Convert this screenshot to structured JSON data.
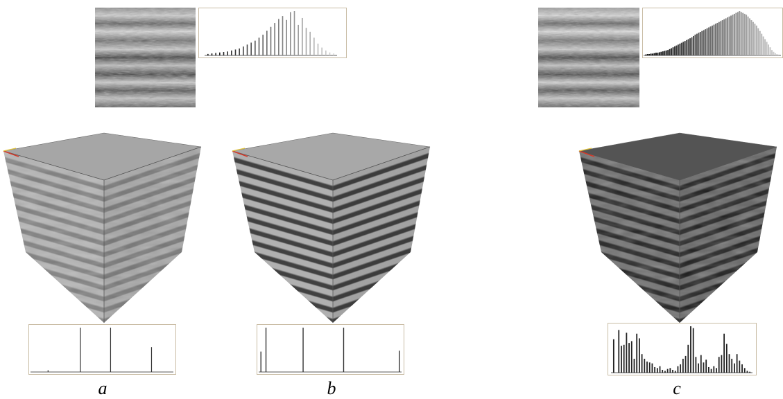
{
  "labels": {
    "a": "a",
    "b": "b",
    "c": "c"
  },
  "histograms": {
    "a_top": [
      3,
      4,
      5,
      6,
      7,
      8,
      10,
      12,
      14,
      18,
      22,
      26,
      30,
      36,
      42,
      50,
      58,
      66,
      74,
      80,
      72,
      88,
      90,
      62,
      76,
      56,
      48,
      36,
      24,
      16,
      10,
      6,
      4
    ],
    "c_top": [
      2,
      3,
      3,
      4,
      4,
      5,
      6,
      6,
      7,
      8,
      9,
      10,
      11,
      12,
      14,
      16,
      18,
      20,
      22,
      24,
      26,
      28,
      30,
      32,
      34,
      36,
      38,
      40,
      43,
      46,
      48,
      50,
      52,
      54,
      56,
      58,
      60,
      62,
      64,
      66,
      68,
      70,
      72,
      74,
      76,
      78,
      80,
      82,
      84,
      86,
      88,
      90,
      92,
      94,
      96,
      98,
      96,
      94,
      92,
      90,
      86,
      82,
      78,
      74,
      70,
      66,
      60,
      54,
      48,
      42,
      36,
      30,
      24,
      18,
      12,
      8,
      5,
      3,
      2
    ],
    "a_bottom": [
      0,
      0,
      0,
      0,
      0,
      0,
      0,
      4,
      0,
      0,
      0,
      0,
      0,
      0,
      0,
      0,
      0,
      0,
      0,
      0,
      0,
      0,
      100,
      0,
      0,
      0,
      0,
      0,
      0,
      0,
      0,
      0,
      0,
      0,
      0,
      0,
      100,
      0,
      0,
      0,
      0,
      0,
      0,
      0,
      0,
      0,
      0,
      0,
      0,
      0,
      0,
      0,
      0,
      0,
      0,
      56,
      0,
      0,
      0,
      0,
      0,
      0,
      0,
      0,
      0
    ],
    "b_bottom": [
      46,
      0,
      0,
      100,
      0,
      0,
      0,
      0,
      0,
      0,
      0,
      0,
      0,
      0,
      0,
      0,
      0,
      0,
      0,
      0,
      0,
      0,
      0,
      0,
      0,
      100,
      0,
      0,
      0,
      0,
      0,
      0,
      0,
      0,
      0,
      0,
      0,
      0,
      0,
      0,
      0,
      0,
      0,
      0,
      0,
      0,
      0,
      0,
      0,
      100,
      0,
      0,
      0,
      0,
      0,
      0,
      0,
      0,
      0,
      0,
      0,
      0,
      0,
      0,
      0,
      0,
      0,
      0,
      0,
      0,
      0,
      0,
      0,
      0,
      0,
      0,
      0,
      0,
      0,
      0,
      0,
      0,
      48
    ],
    "c_bottom": [
      72,
      0,
      92,
      58,
      60,
      86,
      64,
      68,
      30,
      84,
      74,
      40,
      30,
      24,
      22,
      20,
      12,
      10,
      14,
      6,
      4,
      8,
      10,
      6,
      4,
      14,
      18,
      30,
      36,
      60,
      100,
      96,
      34,
      20,
      38,
      22,
      28,
      12,
      8,
      14,
      10,
      34,
      38,
      84,
      62,
      40,
      30,
      20,
      40,
      26,
      18,
      10,
      4,
      2
    ]
  },
  "colors": {
    "hist_border": "#c8bba3",
    "cube_a_light": "#b4b4b4",
    "cube_a_dark": "#7c7c7c",
    "cube_b_light": "#b0b0b0",
    "cube_b_dark": "#3e3e3e",
    "cube_c_light": "#6e6e6e",
    "cube_c_dark": "#1c1c1c"
  }
}
